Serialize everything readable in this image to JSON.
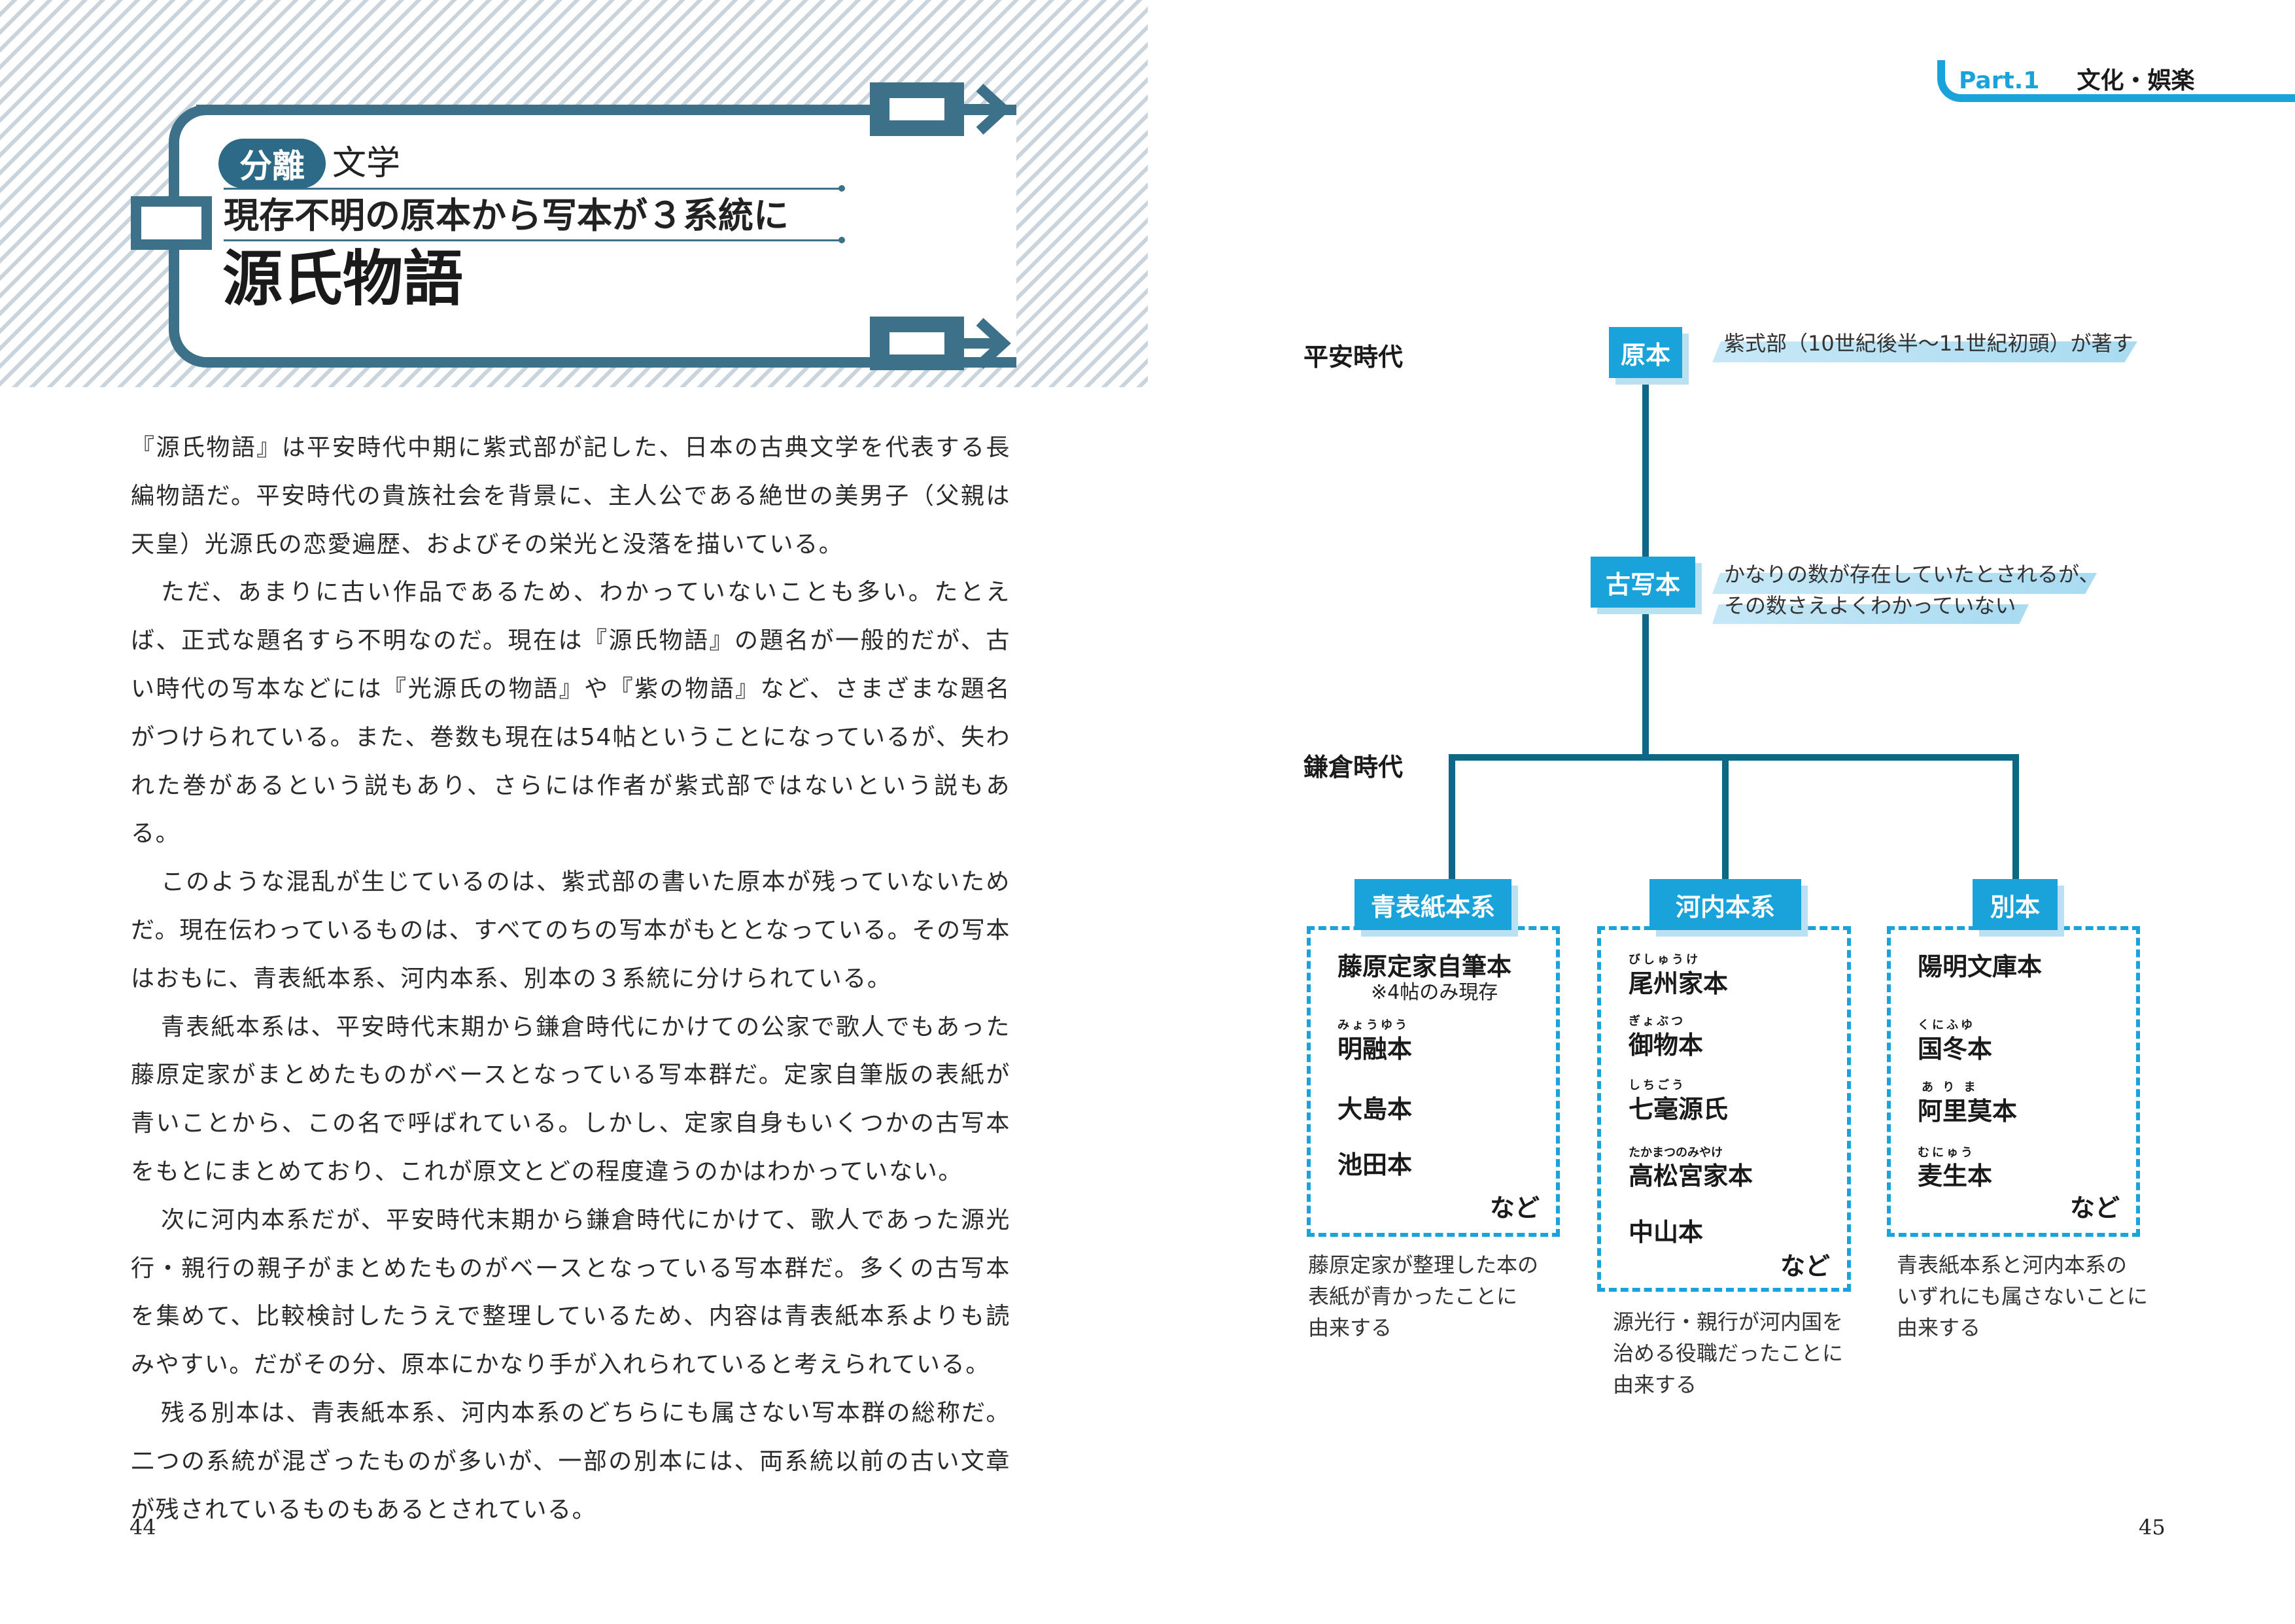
{
  "left_page": {
    "category_badge": "分離",
    "category_label": "文学",
    "subtitle": "現存不明の原本から写本が３系統に",
    "title": "源氏物語",
    "paragraphs": [
      "『源氏物語』は平安時代中期に紫式部が記した、日本の古典文学を代表する長編物語だ。平安時代の貴族社会を背景に、主人公である絶世の美男子（父親は天皇）光源氏の恋愛遍歴、およびその栄光と没落を描いている。",
      "ただ、あまりに古い作品であるため、わかっていないことも多い。たとえば、正式な題名すら不明なのだ。現在は『源氏物語』の題名が一般的だが、古い時代の写本などには『光源氏の物語』や『紫の物語』など、さまざまな題名がつけられている。また、巻数も現在は54帖ということになっているが、失われた巻があるという説もあり、さらには作者が紫式部ではないという説もある。",
      "このような混乱が生じているのは、紫式部の書いた原本が残っていないためだ。現在伝わっているものは、すべてのちの写本がもととなっている。その写本はおもに、青表紙本系、河内本系、別本の３系統に分けられている。",
      "青表紙本系は、平安時代末期から鎌倉時代にかけての公家で歌人でもあった藤原定家がまとめたものがベースとなっている写本群だ。定家自筆版の表紙が青いことから、この名で呼ばれている。しかし、定家自身もいくつかの古写本をもとにまとめており、これが原文とどの程度違うのかはわかっていない。",
      "次に河内本系だが、平安時代末期から鎌倉時代にかけて、歌人であった源光行・親行の親子がまとめたものがベースとなっている写本群だ。多くの古写本を集めて、比較検討したうえで整理しているため、内容は青表紙本系よりも読みやすい。だがその分、原本にかなり手が入れられていると考えられている。",
      "残る別本は、青表紙本系、河内本系のどちらにも属さない写本群の総称だ。二つの系統が混ざったものが多いが、一部の別本には、両系統以前の古い文章が残されているものもあるとされている。"
    ],
    "page_number": "44"
  },
  "right_page": {
    "part_number": "Part.1",
    "part_title": "文化・娯楽",
    "era_heian": "平安時代",
    "era_kamakura": "鎌倉時代",
    "node_original": "原本",
    "note_original": "紫式部（10世紀後半〜11世紀初頭）が著す",
    "node_old_copy": "古写本",
    "note_old_copy_1": "かなりの数が存在していたとされるが、",
    "note_old_copy_2": "その数さえよくわかっていない",
    "groups": [
      {
        "label": "青表紙本系",
        "items": [
          {
            "name": "藤原定家自筆本",
            "ruby": "",
            "note": "※4帖のみ現存"
          },
          {
            "name": "明融本",
            "ruby": "みょうゆう",
            "note": ""
          },
          {
            "name": "大島本",
            "ruby": "",
            "note": ""
          },
          {
            "name": "池田本",
            "ruby": "",
            "note": ""
          }
        ],
        "etc": "など",
        "caption": [
          "藤原定家が整理した本の",
          "表紙が青かったことに",
          "由来する"
        ]
      },
      {
        "label": "河内本系",
        "items": [
          {
            "name": "尾州家本",
            "ruby": "びしゅうけ",
            "note": ""
          },
          {
            "name": "御物本",
            "ruby": "ぎょぶつ",
            "note": ""
          },
          {
            "name": "七毫源氏",
            "ruby": "しちごう",
            "note": ""
          },
          {
            "name": "高松宮家本",
            "ruby": "たかまつのみやけ",
            "note": ""
          },
          {
            "name": "中山本",
            "ruby": "",
            "note": ""
          }
        ],
        "etc": "など",
        "caption": [
          "源光行・親行が河内国を",
          "治める役職だったことに",
          "由来する"
        ]
      },
      {
        "label": "別本",
        "items": [
          {
            "name": "陽明文庫本",
            "ruby": "",
            "note": ""
          },
          {
            "name": "国冬本",
            "ruby": "くにふゆ",
            "note": ""
          },
          {
            "name": "阿里莫本",
            "ruby": "あ り ま",
            "note": ""
          },
          {
            "name": "麦生本",
            "ruby": "むにゅう",
            "note": ""
          }
        ],
        "etc": "など",
        "caption": [
          "青表紙本系と河内本系の",
          "いずれにも属さないことに",
          "由来する"
        ]
      }
    ],
    "page_number": "45"
  },
  "colors": {
    "header_frame": "#3d7089",
    "accent_blue": "#1aa3db",
    "tree_line": "#0f6788"
  }
}
